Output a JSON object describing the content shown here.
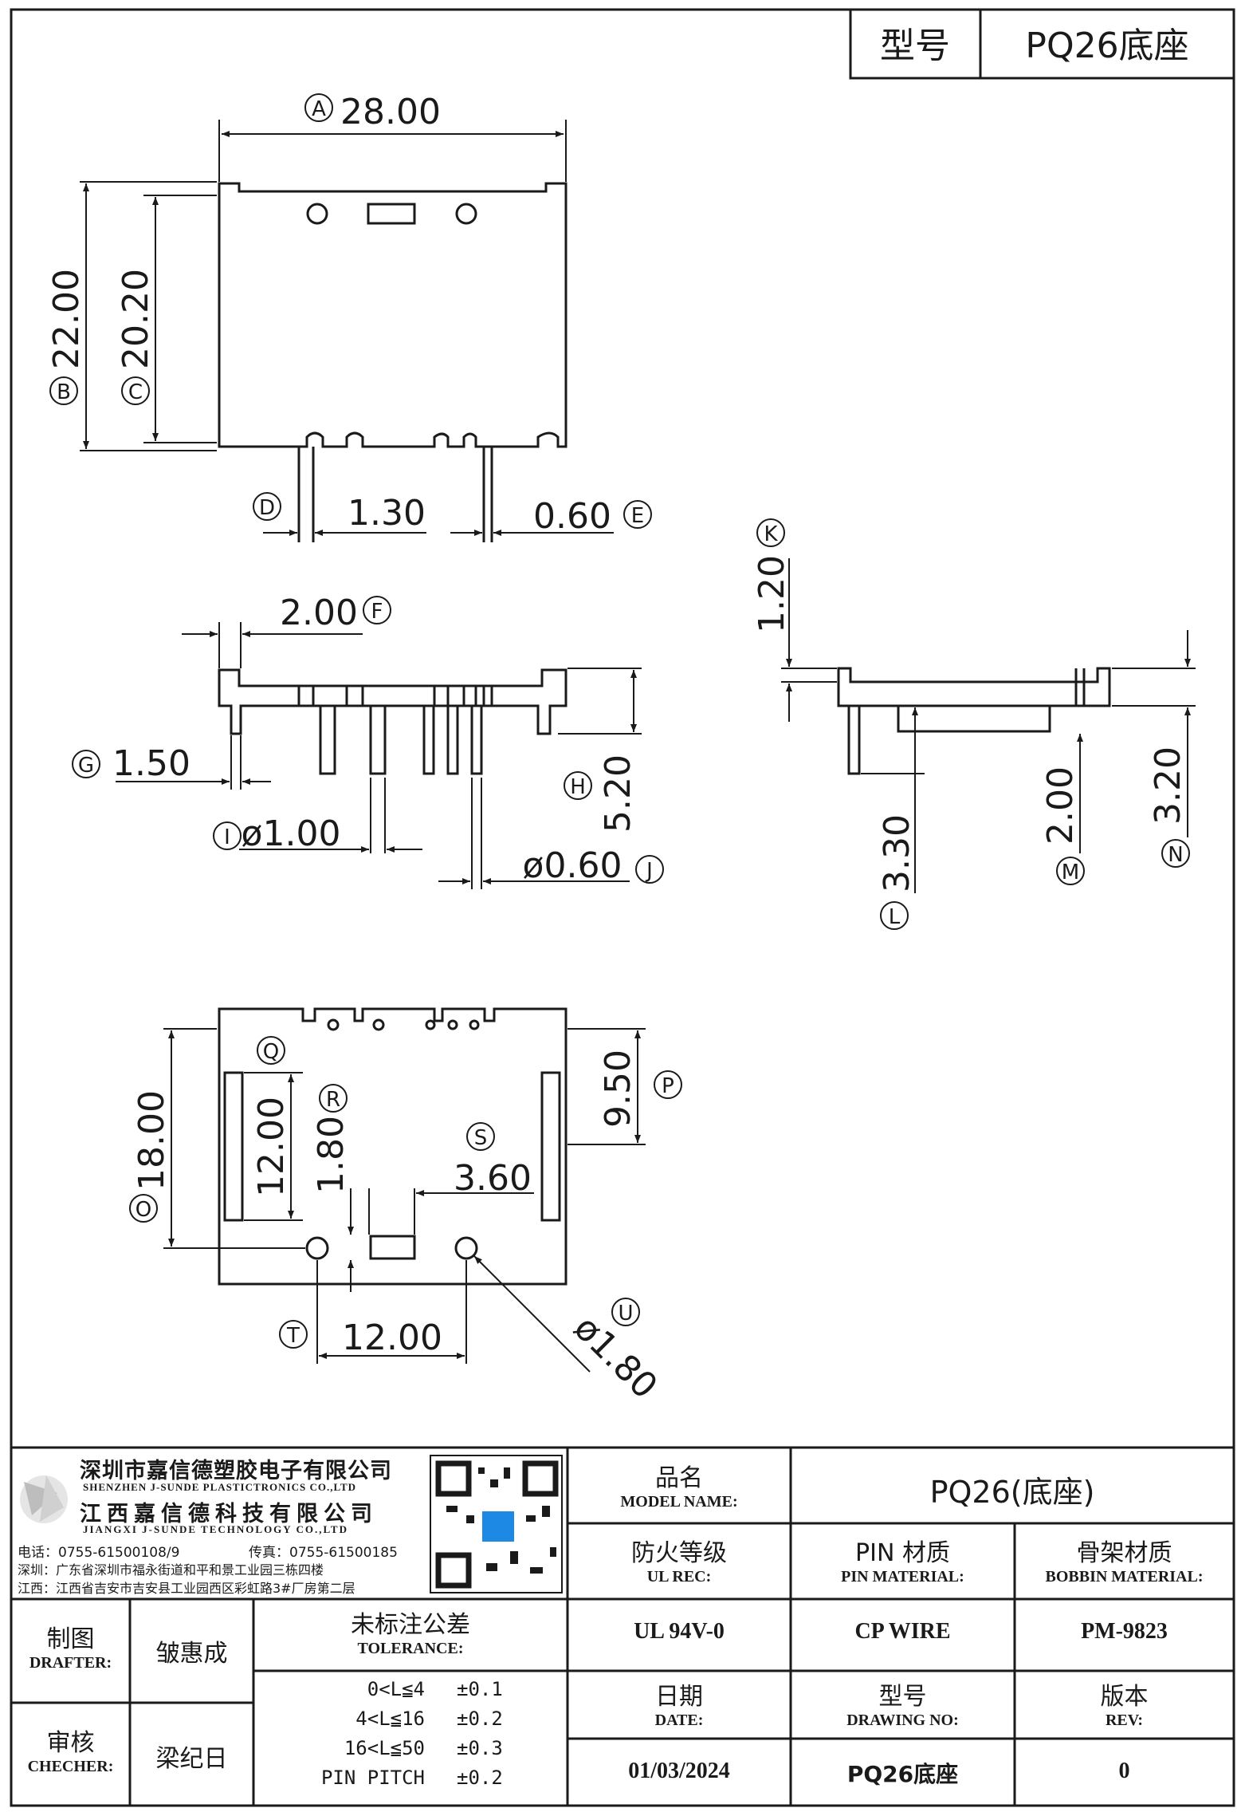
{
  "header": {
    "label": "型号",
    "value": "PQ26底座"
  },
  "top_view": {
    "dims": {
      "A": {
        "code": "A",
        "value": "28.00"
      },
      "B": {
        "code": "B",
        "value": "22.00"
      },
      "C": {
        "code": "C",
        "value": "20.20"
      },
      "D": {
        "code": "D",
        "value": "1.30"
      },
      "E": {
        "code": "E",
        "value": "0.60"
      }
    }
  },
  "front_view": {
    "dims": {
      "F": {
        "code": "F",
        "value": "2.00"
      },
      "G": {
        "code": "G",
        "value": "1.50"
      },
      "H": {
        "code": "H",
        "value": "5.20"
      },
      "I": {
        "code": "I",
        "value": "ø1.00"
      },
      "J": {
        "code": "J",
        "value": "ø0.60"
      }
    }
  },
  "side_view": {
    "dims": {
      "K": {
        "code": "K",
        "value": "1.20"
      },
      "L": {
        "code": "L",
        "value": "3.30"
      },
      "M": {
        "code": "M",
        "value": "2.00"
      },
      "N": {
        "code": "N",
        "value": "3.20"
      }
    }
  },
  "bottom_view": {
    "dims": {
      "O": {
        "code": "O",
        "value": "18.00"
      },
      "P": {
        "code": "P",
        "value": "9.50"
      },
      "Q": {
        "code": "Q",
        "value": "12.00"
      },
      "R": {
        "code": "R",
        "value": "1.80"
      },
      "S": {
        "code": "S",
        "value": "3.60"
      },
      "T": {
        "code": "T",
        "value": "12.00"
      },
      "U": {
        "code": "U",
        "value": "ø1.80"
      }
    }
  },
  "company": {
    "name_cn_1": "深圳市嘉信德塑胶电子有限公司",
    "name_en_1": "SHENZHEN J-SUNDE PLASTICTRONICS CO.,LTD",
    "name_cn_2": "江西嘉信德科技有限公司",
    "name_en_2": "JIANGXI J-SUNDE TECHNOLOGY CO.,LTD",
    "phone": "电话：0755-61500108/9",
    "fax": "传真：0755-61500185",
    "addr_sz": "深圳：广东省深圳市福永街道和平和景工业园三栋四楼",
    "addr_jx": "江西：江西省吉安市吉安县工业园西区彩虹路3#厂房第二层"
  },
  "title_block": {
    "model_name_cn": "品名",
    "model_name_en": "MODEL NAME:",
    "model_name_value": "PQ26(底座)",
    "ul_cn": "防火等级",
    "ul_en": "UL REC:",
    "ul_value": "UL 94V-0",
    "pin_cn": "PIN 材质",
    "pin_en": "PIN MATERIAL:",
    "pin_value": "CP WIRE",
    "bobbin_cn": "骨架材质",
    "bobbin_en": "BOBBIN MATERIAL:",
    "bobbin_value": "PM-9823",
    "drafter_cn": "制图",
    "drafter_en": "DRAFTER:",
    "drafter_value": "皱惠成",
    "checker_cn": "审核",
    "checker_en": "CHECHER:",
    "checker_value": "梁纪日",
    "tol_cn": "未标注公差",
    "tol_en": "TOLERANCE:",
    "tolerances": [
      {
        "range": "0<L≦4",
        "tol": "±0.1"
      },
      {
        "range": "4<L≦16",
        "tol": "±0.2"
      },
      {
        "range": "16<L≦50",
        "tol": "±0.3"
      },
      {
        "range": "PIN PITCH",
        "tol": "±0.2"
      }
    ],
    "date_cn": "日期",
    "date_en": "DATE:",
    "date_value": "01/03/2024",
    "dwg_cn": "型号",
    "dwg_en": "DRAWING NO:",
    "dwg_value": "PQ26底座",
    "rev_cn": "版本",
    "rev_en": "REV:",
    "rev_value": "0"
  }
}
